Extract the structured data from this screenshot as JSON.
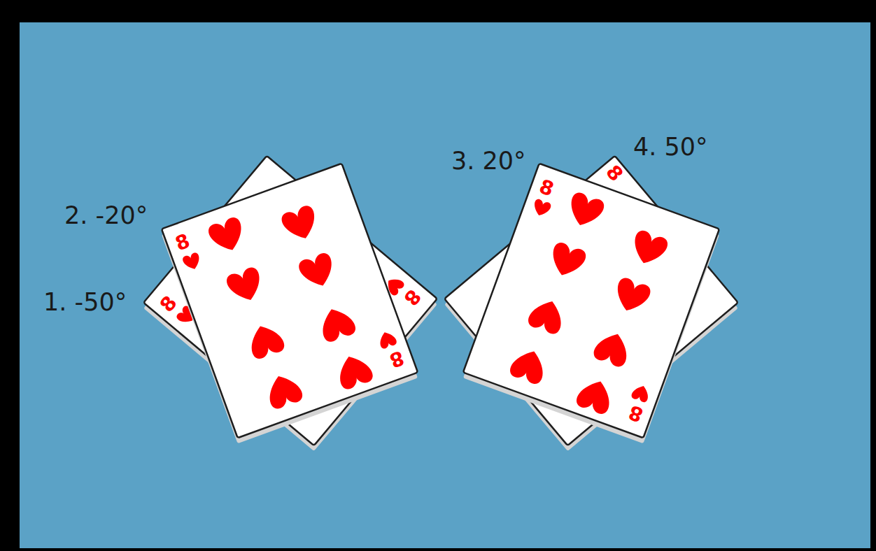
{
  "diagram": {
    "labels": [
      "1. -50°",
      "2. -20°",
      "3. 20°",
      "4. 50°",
      "8",
      "8",
      "8",
      "8",
      "8",
      "8",
      "8"
    ]
  }
}
